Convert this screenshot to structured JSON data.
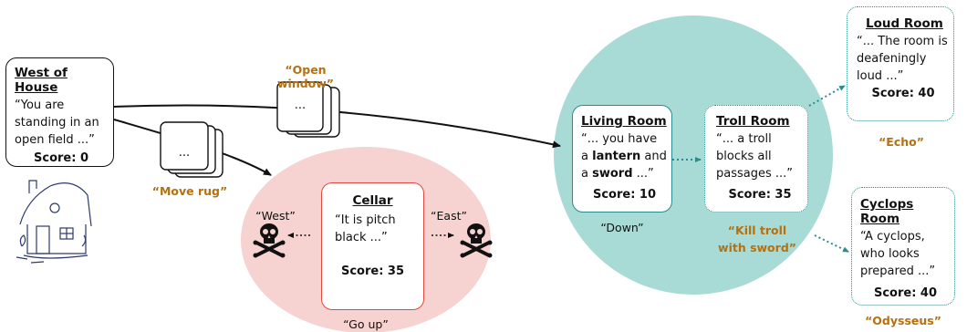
{
  "colors": {
    "teal_region": "#a9dbd6",
    "red_region": "#f6d2d0",
    "action": "#b5700f",
    "teal_border": "#2a8c8c",
    "red_border": "#e04a3f"
  },
  "rooms": {
    "west": {
      "title": "West of House",
      "quote": "“You are standing in an open field ...”",
      "score": "Score: 0"
    },
    "cellar": {
      "title": "Cellar",
      "quote": "“It is pitch black ...”",
      "score": "Score: 35"
    },
    "living": {
      "title": "Living Room",
      "q1": "“... you have a ",
      "b1": "lantern",
      "q2": " and a ",
      "b2": "sword",
      "q3": " ...”",
      "score": "Score: 10"
    },
    "troll": {
      "title": "Troll Room",
      "quote": "“... a troll blocks all passages ...”",
      "score": "Score: 35"
    },
    "loud": {
      "title": "Loud Room",
      "quote": "“... The room is deafeningly loud ...”",
      "score": "Score: 40"
    },
    "cyclops": {
      "title": "Cyclops Room",
      "quote": "“A cyclops, who looks prepared ...”",
      "score": "Score: 40"
    }
  },
  "actions": {
    "open_window": "“Open window”",
    "move_rug": "“Move rug”",
    "kill_troll": "“Kill troll with sword”",
    "echo": "“Echo”",
    "odysseus": "“Odysseus”"
  },
  "labels": {
    "down": "“Down”",
    "go_up": "“Go up”",
    "west": "“West”",
    "east": "“East”",
    "ellipsis": "..."
  },
  "icons": [
    "skull-crossbones-icon",
    "house-icon"
  ]
}
